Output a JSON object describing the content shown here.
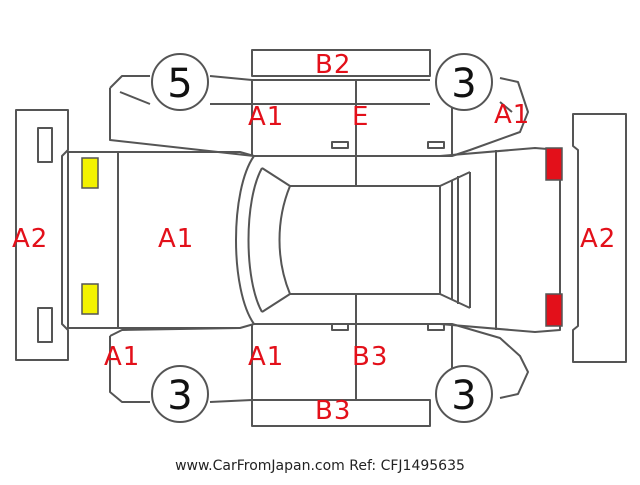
{
  "colors": {
    "outline": "#555555",
    "label": "#e3101a",
    "lamp_front": "#f3f200",
    "lamp_rear": "#e3101a"
  },
  "wheels": {
    "front_left": "5",
    "front_right": "3",
    "rear_left": "3",
    "rear_right": "3"
  },
  "labels": {
    "top_panel": "B2",
    "top_front_door": "A1",
    "top_rear_door": "E",
    "top_rear_fender": "A1",
    "front_bumper": "A2",
    "hood": "A1",
    "rear_bumper": "A2",
    "bottom_front_fender": "A1",
    "bottom_front_door": "A1",
    "bottom_rear_door": "B3",
    "bottom_panel": "B3"
  },
  "footer": {
    "text": "www.CarFromJapan.com Ref: CFJ1495635"
  }
}
